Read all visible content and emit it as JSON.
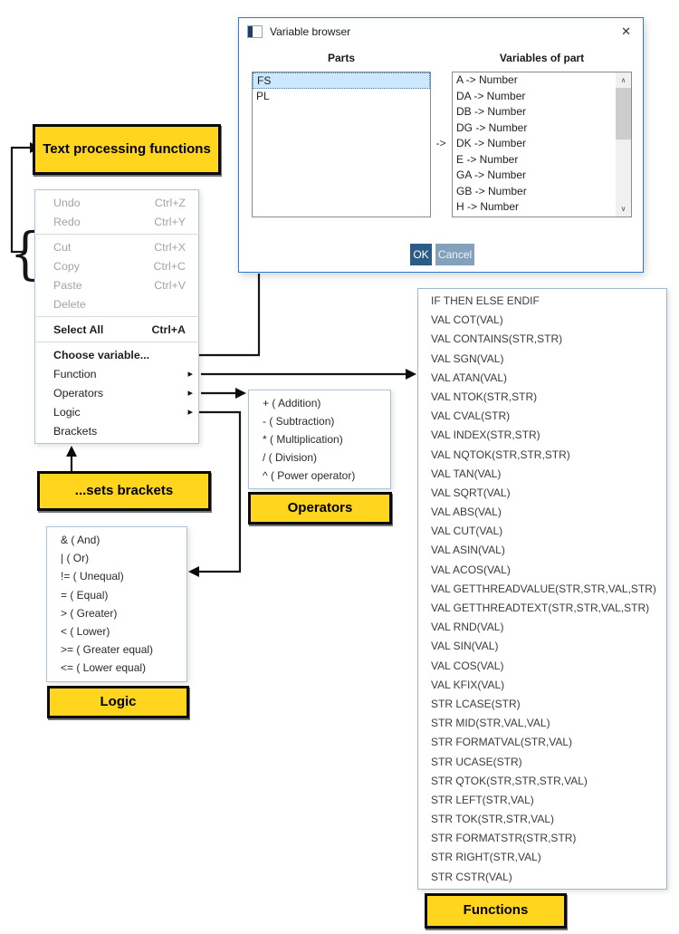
{
  "dialog": {
    "title": "Variable browser",
    "parts_label": "Parts",
    "vars_label": "Variables of part",
    "map_arrow": "->",
    "parts": [
      {
        "label": "FS",
        "selected": true
      },
      {
        "label": "PL",
        "selected": false
      }
    ],
    "variables": [
      "A -> Number",
      "DA -> Number",
      "DB -> Number",
      "DG -> Number",
      "DK -> Number",
      "E -> Number",
      "GA -> Number",
      "GB -> Number",
      "H -> Number"
    ],
    "ok_label": "OK",
    "cancel_label": "Cancel"
  },
  "context_menu": {
    "items": [
      {
        "label": "Undo",
        "shortcut": "Ctrl+Z",
        "disabled": true
      },
      {
        "label": "Redo",
        "shortcut": "Ctrl+Y",
        "disabled": true
      },
      {
        "separator": true
      },
      {
        "label": "Cut",
        "shortcut": "Ctrl+X",
        "disabled": true
      },
      {
        "label": "Copy",
        "shortcut": "Ctrl+C",
        "disabled": true
      },
      {
        "label": "Paste",
        "shortcut": "Ctrl+V",
        "disabled": true
      },
      {
        "label": "Delete",
        "disabled": true
      },
      {
        "separator": true
      },
      {
        "label": "Select All",
        "shortcut": "Ctrl+A",
        "bold": true
      },
      {
        "separator": true
      },
      {
        "label": "Choose variable...",
        "bold": true
      },
      {
        "label": "Function",
        "submenu": true
      },
      {
        "label": "Operators",
        "submenu": true
      },
      {
        "label": "Logic",
        "submenu": true
      },
      {
        "label": "Brackets"
      }
    ]
  },
  "operators_menu": {
    "items": [
      "+ ( Addition)",
      "- ( Subtraction)",
      "* ( Multiplication)",
      "/ ( Division)",
      "^ ( Power operator)"
    ]
  },
  "logic_menu": {
    "items": [
      "& ( And)",
      "| ( Or)",
      "!= ( Unequal)",
      "= ( Equal)",
      "> ( Greater)",
      "< ( Lower)",
      ">= ( Greater equal)",
      "<= ( Lower equal)"
    ]
  },
  "functions_list": {
    "items": [
      "IF THEN ELSE ENDIF",
      "VAL COT(VAL)",
      "VAL CONTAINS(STR,STR)",
      "VAL SGN(VAL)",
      "VAL ATAN(VAL)",
      "VAL NTOK(STR,STR)",
      "VAL CVAL(STR)",
      "VAL INDEX(STR,STR)",
      "VAL NQTOK(STR,STR,STR)",
      "VAL TAN(VAL)",
      "VAL SQRT(VAL)",
      "VAL ABS(VAL)",
      "VAL CUT(VAL)",
      "VAL ASIN(VAL)",
      "VAL ACOS(VAL)",
      "VAL GETTHREADVALUE(STR,STR,VAL,STR)",
      "VAL GETTHREADTEXT(STR,STR,VAL,STR)",
      "VAL RND(VAL)",
      "VAL SIN(VAL)",
      "VAL COS(VAL)",
      "VAL KFIX(VAL)",
      "STR LCASE(STR)",
      "STR MID(STR,VAL,VAL)",
      "STR FORMATVAL(STR,VAL)",
      "STR UCASE(STR)",
      "STR QTOK(STR,STR,STR,VAL)",
      "STR LEFT(STR,VAL)",
      "STR TOK(STR,STR,VAL)",
      "STR FORMATSTR(STR,STR)",
      "STR RIGHT(STR,VAL)",
      "STR CSTR(VAL)"
    ]
  },
  "callouts": {
    "text_processing": "Text processing functions",
    "sets_brackets": "...sets brackets",
    "operators": "Operators",
    "logic": "Logic",
    "functions": "Functions"
  },
  "icons": {
    "close": "✕",
    "submenu_arrow": "▸",
    "scroll_up": "∧",
    "scroll_down": "∨",
    "brace": "{"
  },
  "colors": {
    "accent_border": "#2b7cd3",
    "label_yellow": "#ffd51e",
    "ok_button": "#2b5c88",
    "cancel_button": "#84a1bc",
    "selected_item_bg": "#cbe8ff"
  }
}
